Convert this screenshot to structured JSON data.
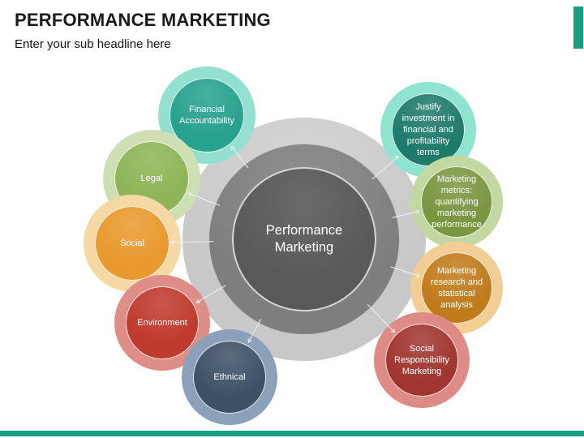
{
  "slide": {
    "title": "PERFORMANCE MARKETING",
    "subtitle": "Enter your sub headline here",
    "accent_color": "#1A9E82",
    "background": "#FFFFFF"
  },
  "hub": {
    "label": "Performance Marketing",
    "outer_color": "#C8C8C8",
    "ring_color": "#7E7E7E",
    "core_color": "#595959",
    "text_color": "#FFFFFF"
  },
  "satellites": [
    {
      "id": "financial-accountability",
      "label": "Financial Accountability",
      "halo": "#93E0D1",
      "fill": "#27A28E"
    },
    {
      "id": "legal",
      "label": "Legal",
      "halo": "#CFDFB4",
      "fill": "#8DB556"
    },
    {
      "id": "social",
      "label": "Social",
      "halo": "#F6D8A5",
      "fill": "#E9992D"
    },
    {
      "id": "environment",
      "label": "Environment",
      "halo": "#DE8E86",
      "fill": "#C03A2E"
    },
    {
      "id": "ethnical",
      "label": "Ethnical",
      "halo": "#8BA1B9",
      "fill": "#3D5166"
    },
    {
      "id": "justify-investment",
      "label": "Justify investment in financial and profitability terms",
      "halo": "#8FE4D0",
      "fill": "#1E7B6B"
    },
    {
      "id": "marketing-metrics",
      "label": "Marketing metrics: quantifying marketing performance",
      "halo": "#C2D8A0",
      "fill": "#7A9640"
    },
    {
      "id": "marketing-research",
      "label": "Marketing research and statistical analysis",
      "halo": "#F2CE95",
      "fill": "#C07C1B"
    },
    {
      "id": "social-responsibility",
      "label": "Social Responsibility Marketing",
      "halo": "#DD8B84",
      "fill": "#A0362F"
    }
  ],
  "arrow_color": "#EDEDED"
}
